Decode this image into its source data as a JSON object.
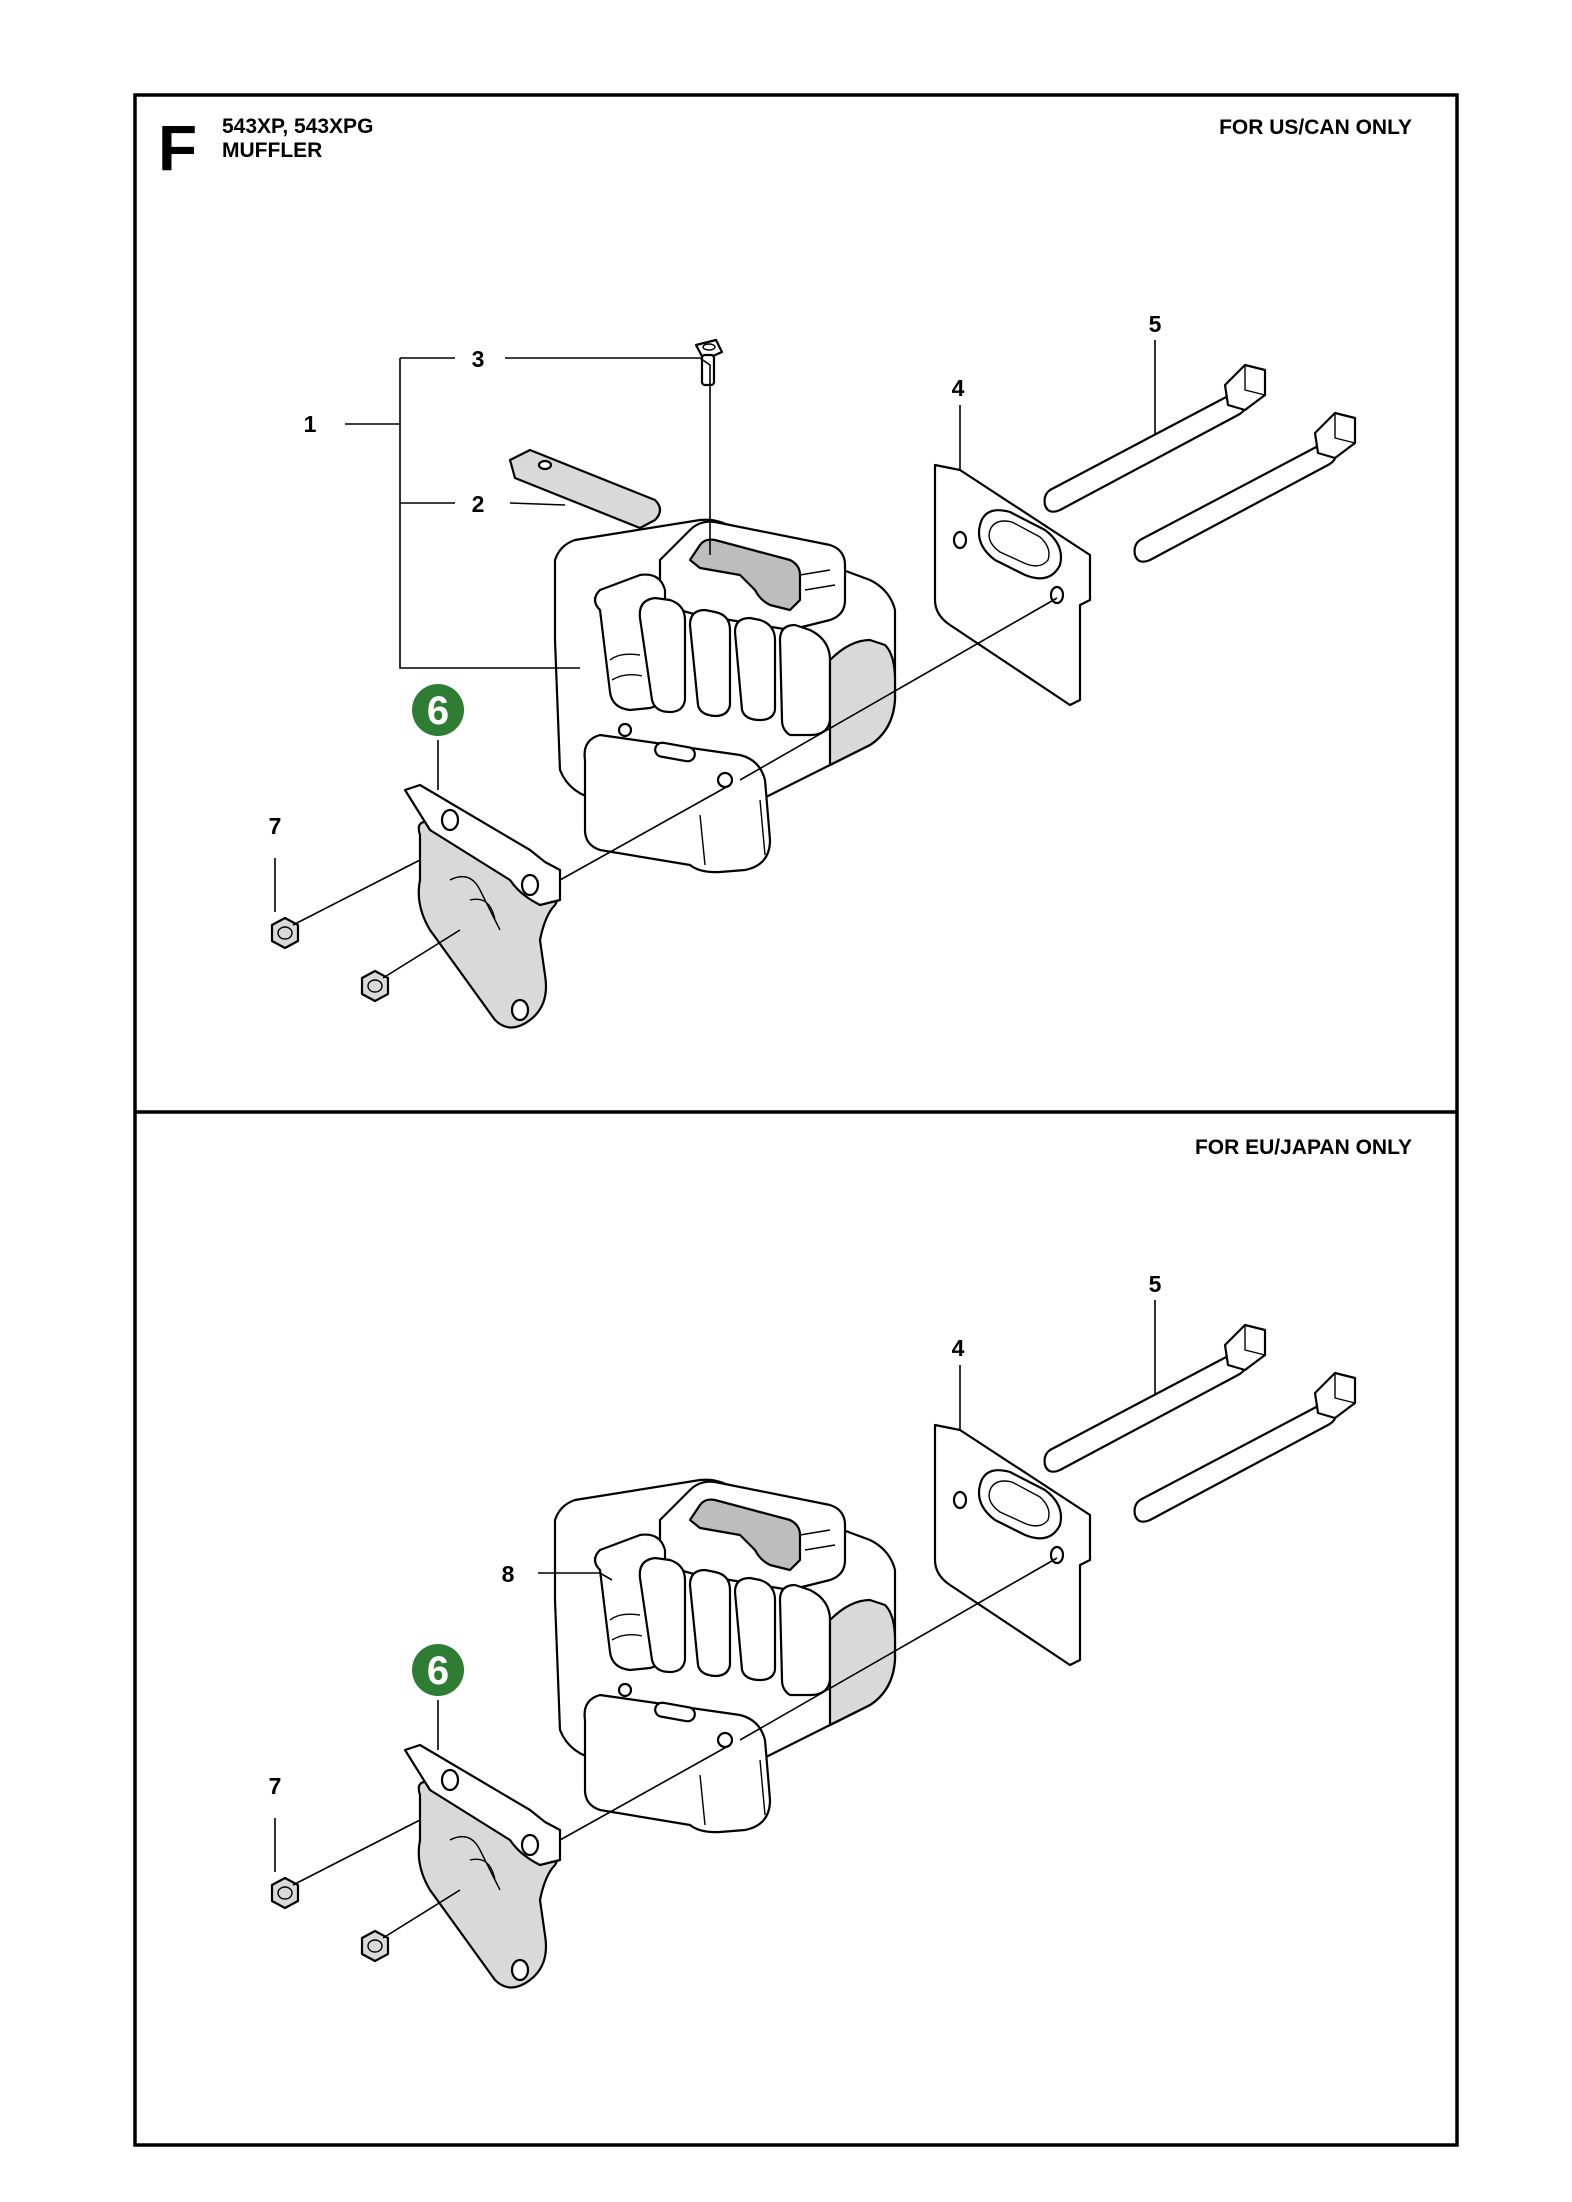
{
  "section_letter": "F",
  "models": "543XP, 543XPG",
  "part_group": "MUFFLER",
  "panels": [
    {
      "region_note": "FOR US/CAN ONLY",
      "labels": {
        "p1": "1",
        "p2": "2",
        "p3": "3",
        "p4": "4",
        "p5": "5",
        "p6": "6",
        "p7": "7"
      }
    },
    {
      "region_note": "FOR EU/JAPAN ONLY",
      "labels": {
        "p4": "4",
        "p5": "5",
        "p6": "6",
        "p7": "7",
        "p8": "8"
      }
    }
  ],
  "colors": {
    "badge": "#2e7d32",
    "frame": "#000000"
  }
}
